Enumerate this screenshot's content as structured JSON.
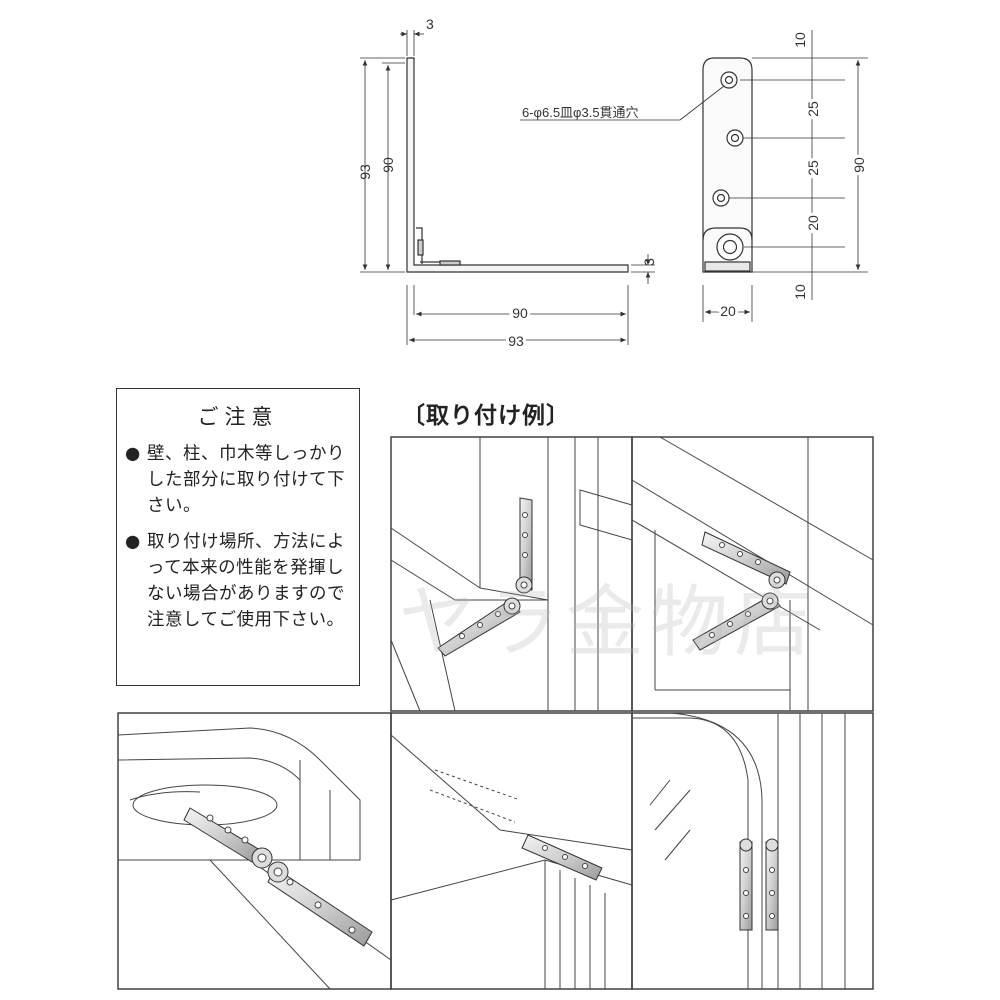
{
  "dimensions": {
    "thickness_top": "3",
    "height_outer": "93",
    "height_inner": "90",
    "thickness_right": "3",
    "width_inner": "90",
    "width_outer": "93",
    "hole_spec": "6-φ6.5皿φ3.5貫通穴",
    "pitch_1": "10",
    "pitch_2": "25",
    "pitch_3": "25",
    "pitch_4": "20",
    "pitch_5": "10",
    "total_length": "90",
    "plate_width": "20"
  },
  "notice": {
    "title": "ご注意",
    "bullet": "●",
    "items": [
      "壁、柱、巾木等しっかりした部分に取り付けて下さい。",
      "取り付け場所、方法によって本来の性能を発揮しない場合がありますので注意してご使用下さい。"
    ]
  },
  "examples": {
    "title": "〔取り付け例〕"
  },
  "watermark": "ヤラ金物店",
  "colors": {
    "line": "#333333",
    "steel": "#d8d8d8",
    "hole": "#ffffff"
  }
}
